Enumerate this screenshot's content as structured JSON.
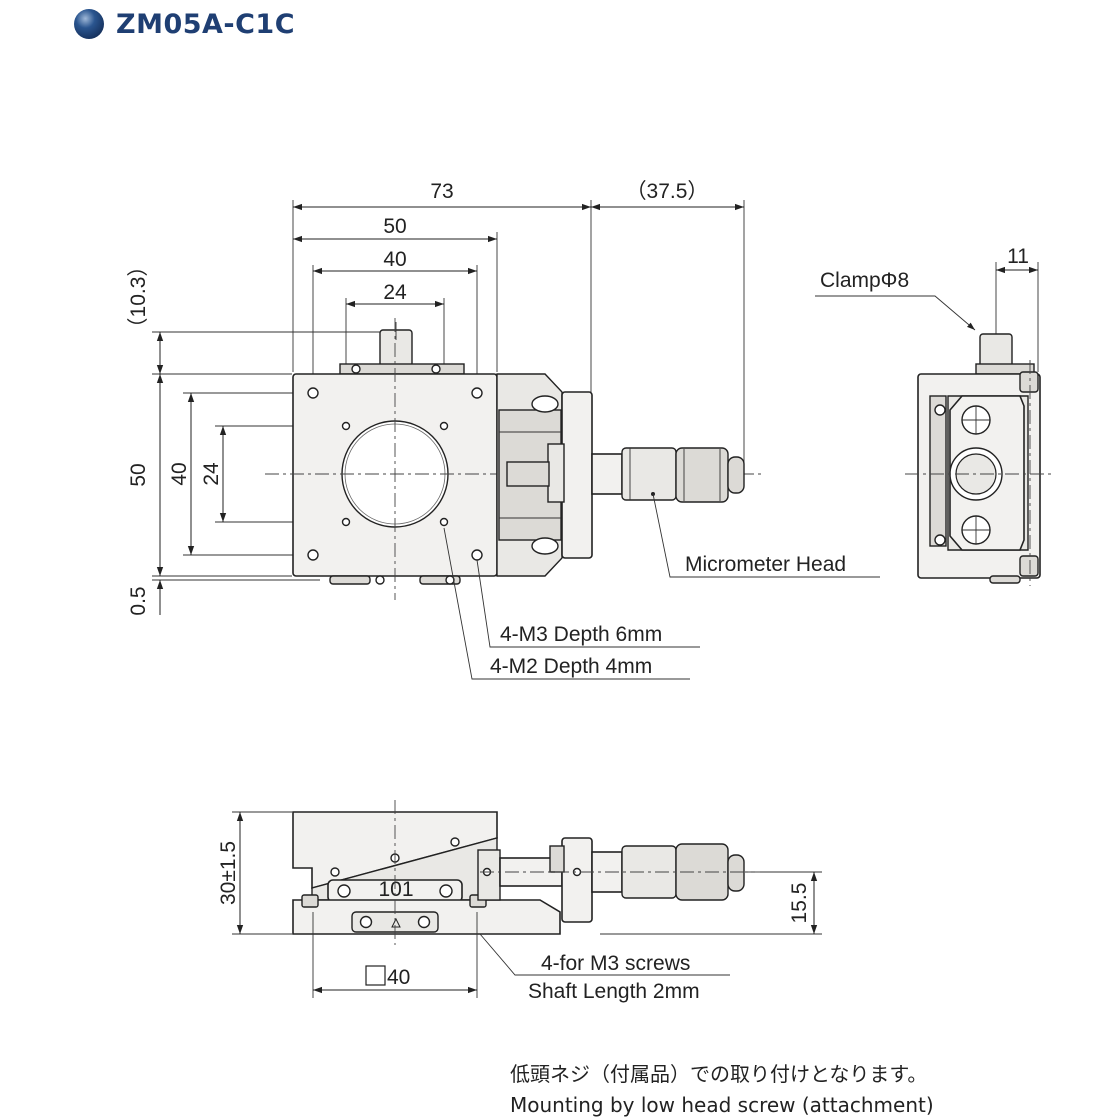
{
  "title": "ZM05A-C1C",
  "colors": {
    "title": "#1f3f73",
    "title_bullet": "#2a558f"
  },
  "icons": [
    "title-bullet-icon",
    "square-symbol-icon"
  ],
  "top_view": {
    "dims": {
      "overall_width": "73",
      "micrometer_extension": "（37.5）",
      "body_width": "50",
      "outer_hole_pitch": "40",
      "inner_hole_pitch": "24",
      "clamp_height": "（10.3）",
      "body_height": "50",
      "outer_hole_pitch_v": "40",
      "inner_hole_pitch_v": "24",
      "offset": "0.5"
    },
    "labels": {
      "micrometer_head": "Micrometer Head",
      "m3_holes": "4-M3 Depth 6mm",
      "m2_holes": "4-M2 Depth 4mm"
    }
  },
  "side_view": {
    "dims": {
      "clamp_width": "11"
    },
    "labels": {
      "clamp": "ClampΦ8"
    }
  },
  "front_view": {
    "dims": {
      "height": "30±1.5",
      "shaft_height": "15.5",
      "mount_square": "40"
    },
    "labels": {
      "scale_mark": "101",
      "screws": "4-for M3 screws",
      "shaft_length": "Shaft Length 2mm"
    }
  },
  "notes": {
    "japanese": "低頭ネジ（付属品）での取り付けとなります。",
    "english": "Mounting by low head screw (attachment)"
  }
}
